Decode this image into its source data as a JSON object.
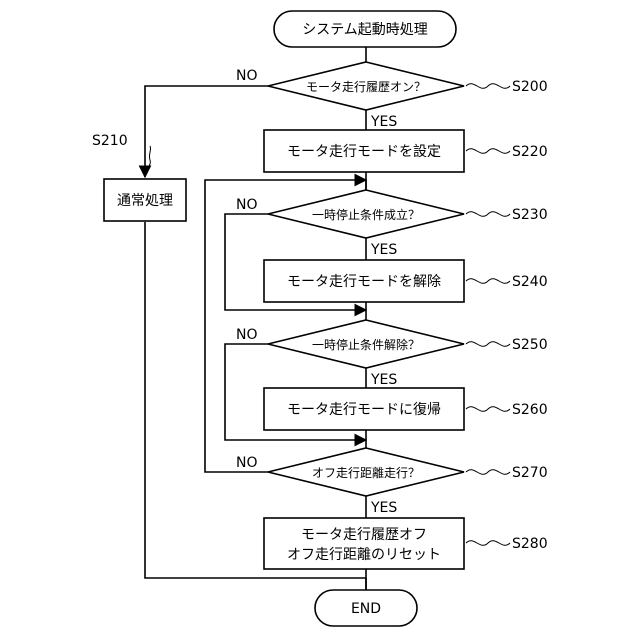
{
  "start": "システム起動時処理",
  "end": "END",
  "decisions": {
    "s200": "モータ走行履歴オン？",
    "s230": "一時停止条件成立？",
    "s250": "一時停止条件解除？",
    "s270": "オフ走行距離走行？"
  },
  "processes": {
    "s210": "通常処理",
    "s220": "モータ走行モードを設定",
    "s240": "モータ走行モードを解除",
    "s260": "モータ走行モードに復帰",
    "s280_line1": "モータ走行履歴オフ",
    "s280_line2": "オフ走行距離のリセット"
  },
  "branch_labels": {
    "yes": "YES",
    "no": "NO"
  },
  "step_ids": {
    "s200": "S200",
    "s210": "S210",
    "s220": "S220",
    "s230": "S230",
    "s240": "S240",
    "s250": "S250",
    "s260": "S260",
    "s270": "S270",
    "s280": "S280"
  }
}
